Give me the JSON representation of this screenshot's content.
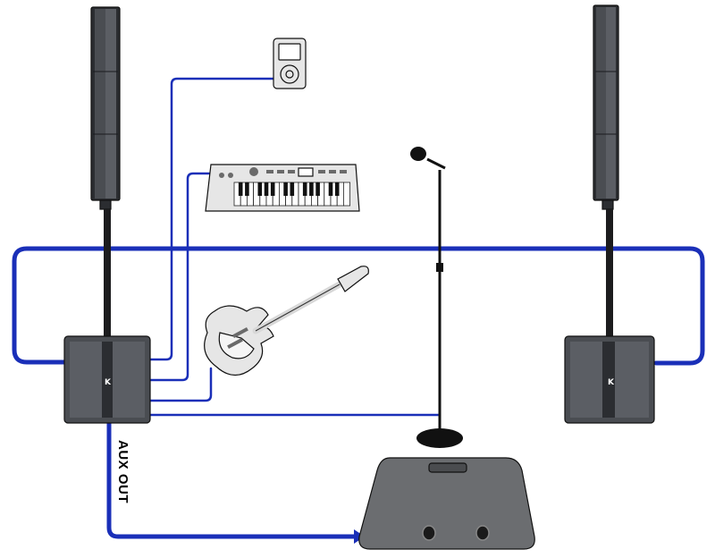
{
  "diagram": {
    "aux_label": "AUX OUT",
    "brand_mark": "K"
  },
  "colors": {
    "cable": "#1a2fb8",
    "speaker_body": "#4a4d52",
    "speaker_dark": "#2b2d31",
    "outline": "#111111",
    "device_fill": "#e6e6e6"
  },
  "devices": [
    {
      "id": "left-column-speaker",
      "icon": "column-speaker-icon"
    },
    {
      "id": "left-subwoofer",
      "icon": "subwoofer-icon"
    },
    {
      "id": "right-column-speaker",
      "icon": "column-speaker-icon"
    },
    {
      "id": "right-subwoofer",
      "icon": "subwoofer-icon"
    },
    {
      "id": "media-player",
      "icon": "media-player-icon"
    },
    {
      "id": "keyboard-synth",
      "icon": "keyboard-icon"
    },
    {
      "id": "electric-guitar",
      "icon": "guitar-icon"
    },
    {
      "id": "microphone-stand",
      "icon": "microphone-icon"
    },
    {
      "id": "stage-monitor",
      "icon": "stage-monitor-icon"
    }
  ]
}
